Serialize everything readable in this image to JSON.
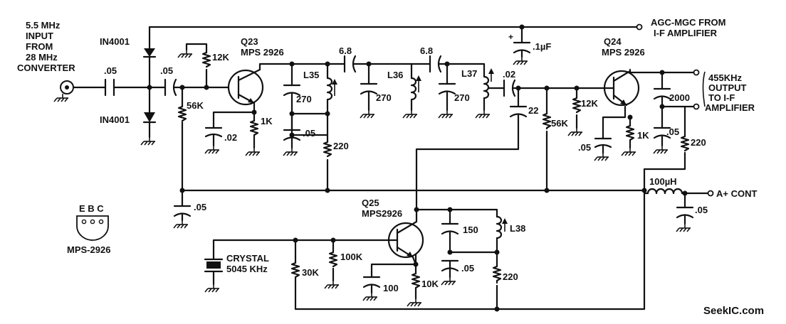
{
  "labels": {
    "input": [
      "5.5 MHz",
      "INPUT",
      "FROM",
      "28 MHz",
      "CONVERTER"
    ],
    "agc": [
      "AGC-MGC FROM",
      "I-F AMPLIFIER"
    ],
    "output": [
      "455KHz",
      "OUTPUT",
      "TO I-F",
      "AMPLIFIER"
    ],
    "a_plus": "A+ CONT",
    "crystal": [
      "CRYSTAL",
      "5045 KHz"
    ],
    "pinout_letters": "E B C",
    "pinout_name": "MPS-2926",
    "watermark": "SeekIC.com"
  },
  "transistors": {
    "q23": {
      "ref": "Q23",
      "type": "MPS 2926"
    },
    "q24": {
      "ref": "Q24",
      "type": "MPS 2926"
    },
    "q25": {
      "ref": "Q25",
      "type": "MPS2926"
    }
  },
  "diodes": {
    "d1": "IN4001",
    "d2": "IN4001"
  },
  "capacitors": {
    "c_in": ".05",
    "c_b": ".05",
    "c_em": ".02",
    "c_270a": "270",
    "c_dec1": ".05",
    "c_68a": "6.8",
    "c_270b": "270",
    "c_68b": "6.8",
    "c_270c": "270",
    "c_02": ".02",
    "c_22": "22",
    "c_1uf": ".1µF",
    "c_bus": ".05",
    "c_em2": ".05",
    "c_2000": "2000",
    "c_dec2": ".05",
    "c_out": ".05",
    "c_150": "150",
    "c_dec3": ".05",
    "c_100": "100"
  },
  "resistors": {
    "r12k_a": "12K",
    "r56k_a": "56K",
    "r1k_a": "1K",
    "r220_a": "220",
    "r12k_b": "12K",
    "r56k_b": "56K",
    "r1k_b": "1K",
    "r220_b": "220",
    "r30k": "30K",
    "r100k": "100K",
    "r10k": "10K",
    "r220_c": "220"
  },
  "inductors": {
    "l35": "L35",
    "l36": "L36",
    "l37": "L37",
    "l38": "L38",
    "l_choke": "100µH"
  },
  "polarity": "+"
}
